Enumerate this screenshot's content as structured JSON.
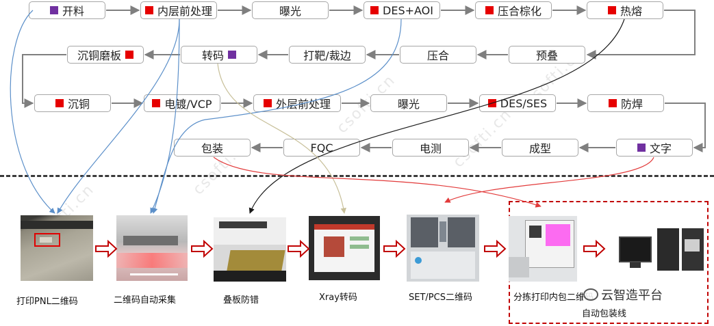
{
  "flow": {
    "row1": [
      {
        "label": "开料",
        "marker": "purple"
      },
      {
        "label": "内层前处理",
        "marker": "red"
      },
      {
        "label": "曝光",
        "marker": ""
      },
      {
        "label": "DES+AOI",
        "marker": "red"
      },
      {
        "label": "压合棕化",
        "marker": "red"
      },
      {
        "label": "热熔",
        "marker": "red"
      }
    ],
    "row2": [
      {
        "label": "沉铜磨板",
        "marker": "red"
      },
      {
        "label": "转码",
        "marker": "purple"
      },
      {
        "label": "打靶/裁边",
        "marker": ""
      },
      {
        "label": "压合",
        "marker": ""
      },
      {
        "label": "预叠",
        "marker": ""
      }
    ],
    "row3": [
      {
        "label": "沉铜",
        "marker": "red"
      },
      {
        "label": "电镀/VCP",
        "marker": "red"
      },
      {
        "label": "外层前处理",
        "marker": "red"
      },
      {
        "label": "曝光",
        "marker": ""
      },
      {
        "label": "DES/SES",
        "marker": "red"
      },
      {
        "label": "防焊",
        "marker": "red"
      }
    ],
    "row4": [
      {
        "label": "包装",
        "marker": ""
      },
      {
        "label": "FQC",
        "marker": ""
      },
      {
        "label": "电测",
        "marker": ""
      },
      {
        "label": "成型",
        "marker": ""
      },
      {
        "label": "文字",
        "marker": "purple"
      }
    ]
  },
  "equipment": [
    {
      "caption": "打印PNL二维码",
      "icon": "laser-printer-photo"
    },
    {
      "caption": "二维码自动采集",
      "icon": "code-reader-photo"
    },
    {
      "caption": "叠板防错",
      "icon": "layup-machine-photo"
    },
    {
      "caption": "Xray转码",
      "icon": "xray-machine-photo"
    },
    {
      "caption": "SET/PCS二维码",
      "icon": "set-pcs-machine-photo"
    },
    {
      "caption": "分拣打印内包二维码",
      "icon": "sorting-machine-photo"
    },
    {
      "caption": "",
      "icon": "label-printer-photo"
    }
  ],
  "auto_line_label": "自动包装线",
  "watermark": "csofti.cn",
  "brand": "云智造平台",
  "colors": {
    "red": "#e60000",
    "purple": "#7030a0",
    "flow_arrow": "#7f7f7f",
    "blue": "#5b8fc9",
    "black": "#1a1a1a",
    "tan": "#c8c09a",
    "redline": "#e23a3a",
    "dashbox": "#c00000"
  }
}
